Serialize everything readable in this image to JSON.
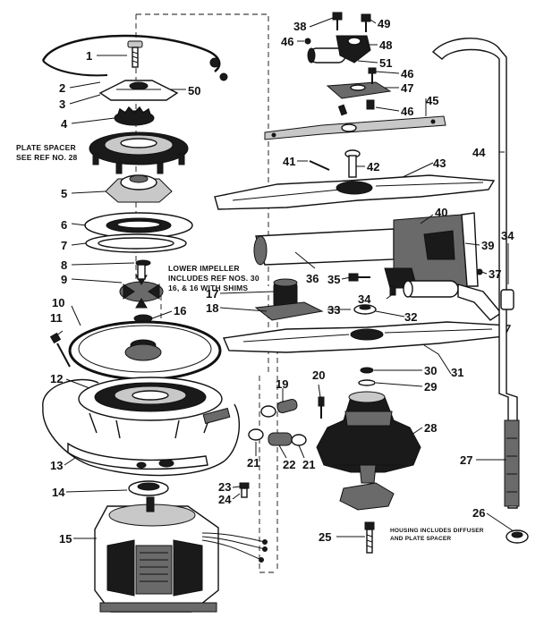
{
  "callouts": {
    "c1": "1",
    "c2": "2",
    "c3": "3",
    "c4": "4",
    "c5": "5",
    "c6": "6",
    "c7": "7",
    "c8": "8",
    "c9": "9",
    "c10": "10",
    "c11": "11",
    "c12": "12",
    "c13": "13",
    "c14": "14",
    "c15": "15",
    "c16": "16",
    "c17": "17",
    "c18": "18",
    "c19": "19",
    "c20": "20",
    "c21a": "21",
    "c21b": "21",
    "c22": "22",
    "c23": "23",
    "c24": "24",
    "c25": "25",
    "c26": "26",
    "c27": "27",
    "c28": "28",
    "c29": "29",
    "c30": "30",
    "c31": "31",
    "c32": "32",
    "c33": "33",
    "c34a": "34",
    "c34b": "34",
    "c35": "35",
    "c36": "36",
    "c37": "37",
    "c38": "38",
    "c39": "39",
    "c40": "40",
    "c41": "41",
    "c42": "42",
    "c43": "43",
    "c44": "44",
    "c45": "45",
    "c46a": "46",
    "c46b": "46",
    "c46c": "46",
    "c47": "47",
    "c48": "48",
    "c49": "49",
    "c50": "50",
    "c51": "51"
  },
  "notes": {
    "plate_spacer_1": "PLATE SPACER",
    "plate_spacer_2": "SEE REF NO. 28",
    "impeller_1": "LOWER IMPELLER",
    "impeller_2": "INCLUDES REF NOS. 30",
    "impeller_3": "16, & 16  WITH SHIMS",
    "housing_1": "HOUSING INCLUDES DIFFUSER",
    "housing_2": "AND PLATE SPACER"
  }
}
